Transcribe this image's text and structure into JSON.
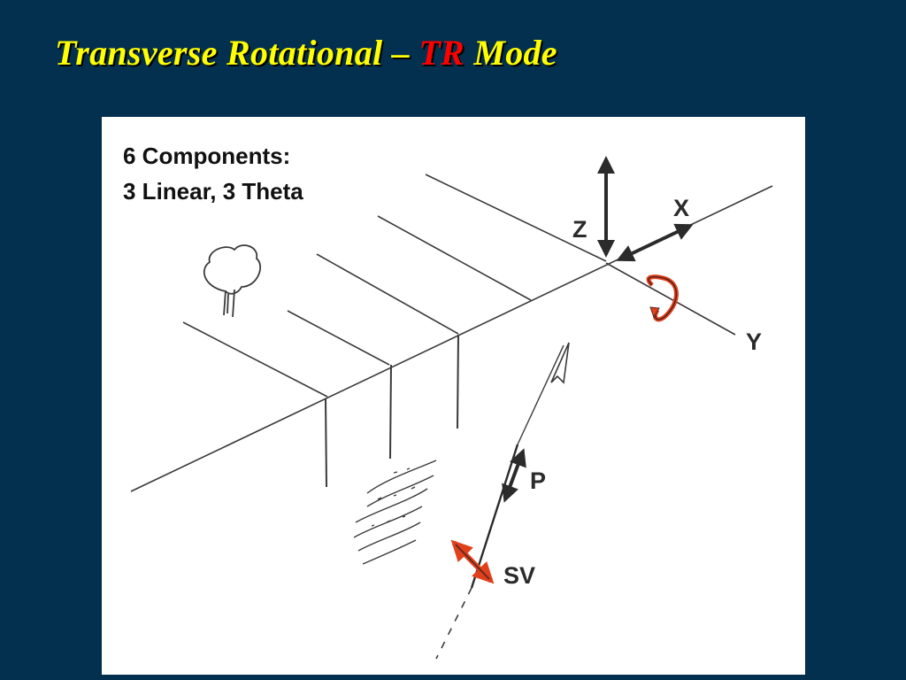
{
  "slide": {
    "title_part1": "Transverse Rotational – ",
    "title_accent": "TR",
    "title_part2": " Mode",
    "colors": {
      "background": "#04304f",
      "title": "#ffff00",
      "accent": "#ff0000",
      "rotation_marks": "#e0401c"
    }
  },
  "figure": {
    "caption_line1": "6 Components:",
    "caption_line2": "3 Linear, 3 Theta",
    "labels": {
      "z": "Z",
      "x": "X",
      "y": "Y",
      "p": "P",
      "sv": "SV"
    },
    "icons": [
      "tree-icon",
      "sediment-layers-icon",
      "rotation-arrow-icon",
      "double-arrow-icon"
    ]
  }
}
